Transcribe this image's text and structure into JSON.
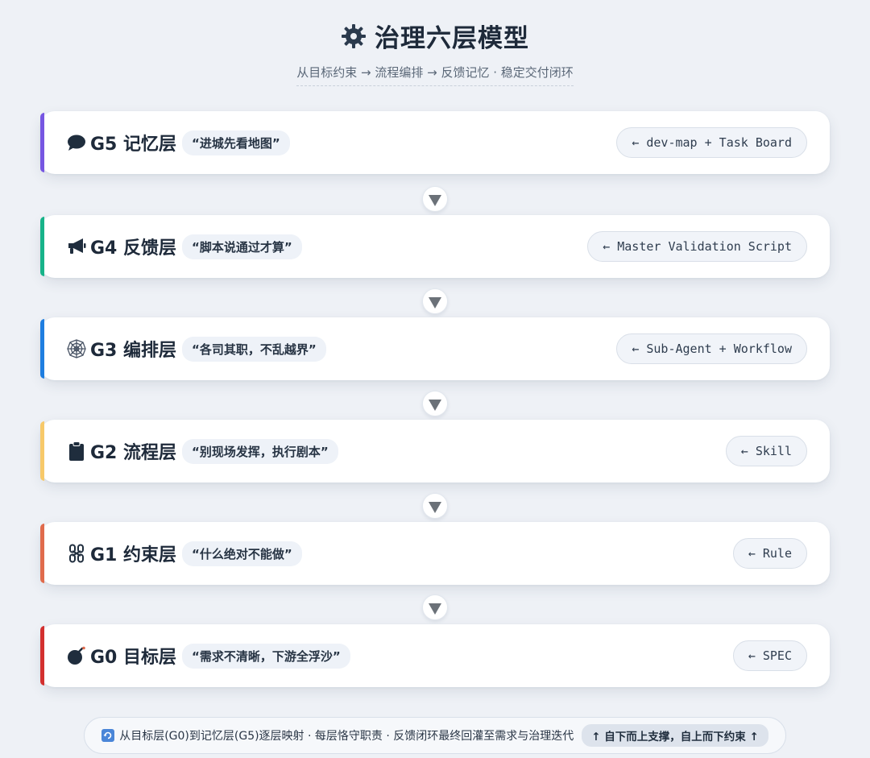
{
  "header": {
    "title": "治理六层模型",
    "subtitle": "从目标约束 → 流程编排 → 反馈记忆 · 稳定交付闭环"
  },
  "layers": [
    {
      "id": "G5",
      "name": "G5 记忆层",
      "motto": "“进城先看地图”",
      "tag": "← dev-map + Task Board",
      "accent": "#7656e2",
      "icon": "speech-bubble-icon"
    },
    {
      "id": "G4",
      "name": "G4 反馈层",
      "motto": "“脚本说通过才算”",
      "tag": "← Master Validation Script",
      "accent": "#17b389",
      "icon": "megaphone-icon"
    },
    {
      "id": "G3",
      "name": "G3 编排层",
      "motto": "“各司其职，不乱越界”",
      "tag": "← Sub-Agent + Workflow",
      "accent": "#1f7ee0",
      "icon": "spider-web-icon"
    },
    {
      "id": "G2",
      "name": "G2 流程层",
      "motto": "“别现场发挥，执行剧本”",
      "tag": "← Skill",
      "accent": "#f7c96a",
      "icon": "clipboard-icon"
    },
    {
      "id": "G1",
      "name": "G1 约束层",
      "motto": "“什么绝对不能做”",
      "tag": "← Rule",
      "accent": "#e06b4c",
      "icon": "chain-icon"
    },
    {
      "id": "G0",
      "name": "G0 目标层",
      "motto": "“需求不清晰，下游全浮沙”",
      "tag": "← SPEC",
      "accent": "#d3302f",
      "icon": "bomb-icon"
    }
  ],
  "footer": {
    "text": "从目标层(G0)到记忆层(G5)逐层映射 · 每层恪守职责 · 反馈闭环最终回灌至需求与治理迭代",
    "pill": "↑ 自下而上支撑，自上而下约束 ↑",
    "icon": "refresh-icon"
  }
}
